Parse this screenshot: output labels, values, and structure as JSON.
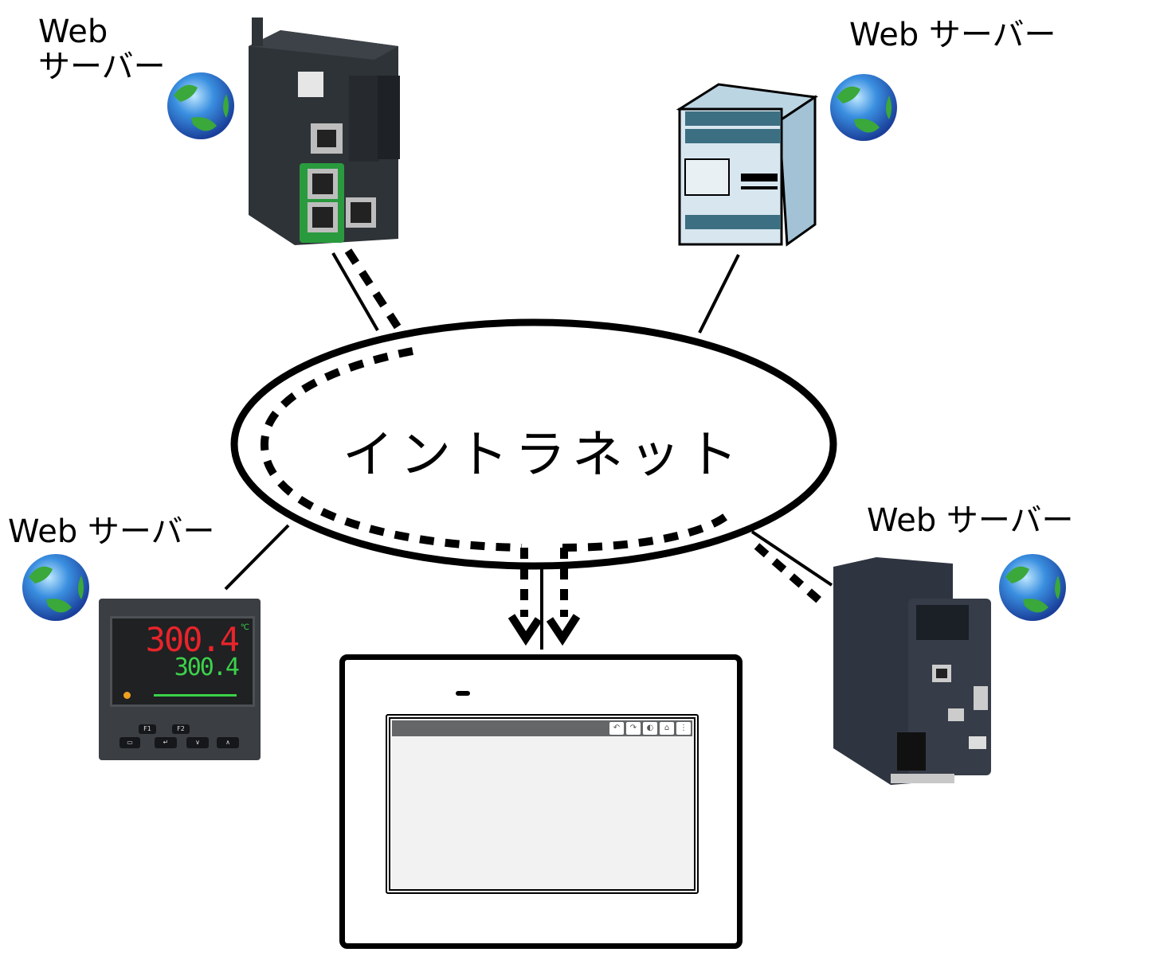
{
  "diagram": {
    "network_label": "イントラネット",
    "nodes": [
      {
        "id": "plc",
        "label_line1": "Web",
        "label_line2": "サーバー",
        "device": "plc-controller",
        "icon": "globe-icon",
        "connection": "solid-and-dashed"
      },
      {
        "id": "relay",
        "label": "Web サーバー",
        "device": "safety-relay-module",
        "icon": "globe-icon",
        "connection": "solid"
      },
      {
        "id": "temp",
        "label": "Web サーバー",
        "device": "temperature-controller",
        "icon": "globe-icon",
        "connection": "solid"
      },
      {
        "id": "drive",
        "label": "Web サーバー",
        "device": "variable-speed-drive",
        "icon": "globe-icon",
        "connection": "solid-and-dashed"
      },
      {
        "id": "hmi",
        "device": "hmi-panel",
        "connection": "solid-with-arrows"
      }
    ],
    "temperature_controller": {
      "pv": "300.4",
      "sv": "300.4",
      "unit": "℃",
      "keys": [
        "F1",
        "F2",
        "▭",
        "↵",
        "∨",
        "∧"
      ]
    },
    "hmi_toolbar": {
      "buttons": [
        "back-icon",
        "forward-icon",
        "palette-icon",
        "home-icon",
        "more-icon"
      ],
      "glyphs": [
        "↶",
        "↷",
        "◐",
        "⌂",
        "⋮"
      ]
    },
    "colors": {
      "line": "#000000",
      "hmi_bar": "#646668",
      "hmi_screen": "#f2f2f2",
      "pv_red": "#e8242a",
      "sv_green": "#3cd24a",
      "device_dark": "#3b3e42"
    }
  }
}
